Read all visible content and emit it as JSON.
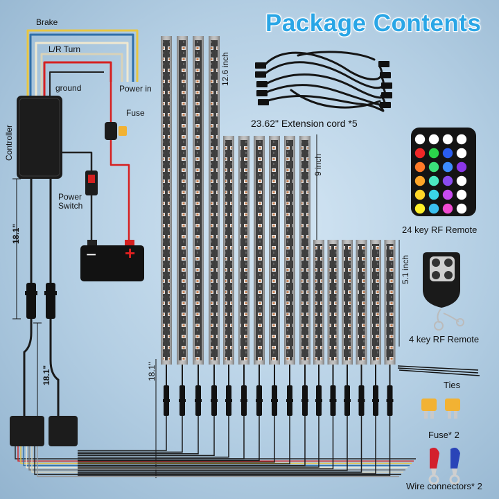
{
  "title": "Package Contents",
  "wires": {
    "brake": "Brake",
    "turn": "L/R Turn",
    "ground": "ground",
    "power_in": "Power in",
    "fuse": "Fuse",
    "controller": "Controller",
    "power_switch": "Power\nSwitch",
    "battery_minus": "−",
    "battery_plus": "+"
  },
  "dimensions": {
    "lead_upper": "18.1\"",
    "lead_lower": "18.1\"",
    "strip_lead": "18.1\"",
    "long_strip": "12.6 inch",
    "mid_strip": "9 inch",
    "short_strip": "5.1 inch"
  },
  "strips": {
    "long_count": 4,
    "mid_count": 6,
    "short_count": 6
  },
  "items": {
    "extension_cord": "23.62\" Extension cord *5",
    "remote_24": "24 key RF Remote",
    "remote_4": "4 key RF Remote",
    "ties": "Ties",
    "fuse_spare": "Fuse* 2",
    "connectors": "Wire connectors* 2"
  },
  "colors": {
    "title": "#2aa6e6",
    "brake_wire": "#e8c642",
    "turn_wire": "#2f6ea8",
    "power_wire": "#d62020",
    "ground_wire": "#222222",
    "fuse": "#f2b233"
  }
}
